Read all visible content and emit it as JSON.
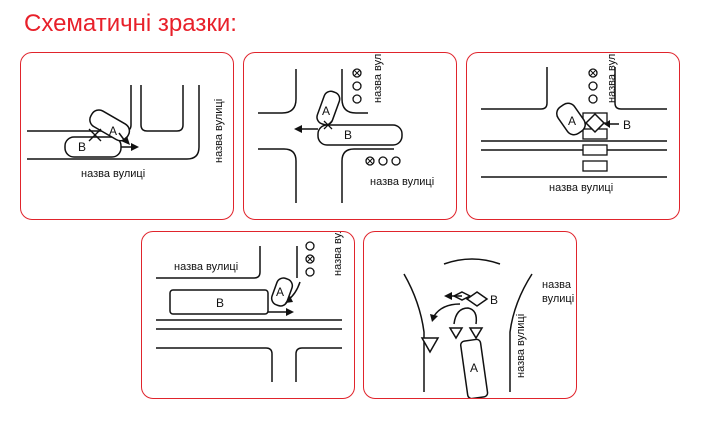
{
  "title": "Схематичні зразки:",
  "street_label": "назва вулиці",
  "vehicle_a": "A",
  "vehicle_b": "B",
  "colors": {
    "title": "#e8202a",
    "frame": "#e0242c",
    "ink": "#111111"
  }
}
